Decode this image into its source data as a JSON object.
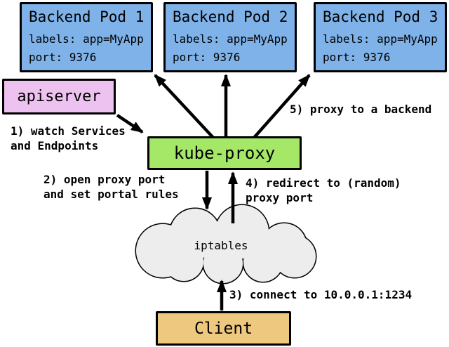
{
  "colors": {
    "pod_fill": "#7fb2e8",
    "apiserver_fill": "#eec2f0",
    "kubeproxy_fill": "#a5e868",
    "client_fill": "#edc87e",
    "cloud_fill": "#ededed",
    "line_color": "#000000"
  },
  "pods": [
    {
      "title": "Backend Pod 1",
      "labels_line": "labels: app=MyApp",
      "port_line": "port: 9376"
    },
    {
      "title": "Backend Pod 2",
      "labels_line": "labels: app=MyApp",
      "port_line": "port: 9376"
    },
    {
      "title": "Backend Pod 3",
      "labels_line": "labels: app=MyApp",
      "port_line": "port: 9376"
    }
  ],
  "nodes": {
    "apiserver": "apiserver",
    "kube_proxy": "kube-proxy",
    "iptables": "iptables",
    "client": "Client"
  },
  "steps": {
    "s1": {
      "line1": "1) watch Services",
      "line2": "and Endpoints"
    },
    "s2": {
      "line1": "2) open proxy port",
      "line2": "and set portal rules"
    },
    "s3": {
      "line1": "3) connect to 10.0.0.1:1234"
    },
    "s4": {
      "line1": "4) redirect to (random)",
      "line2": "proxy port"
    },
    "s5": {
      "line1": "5) proxy to a backend"
    }
  }
}
